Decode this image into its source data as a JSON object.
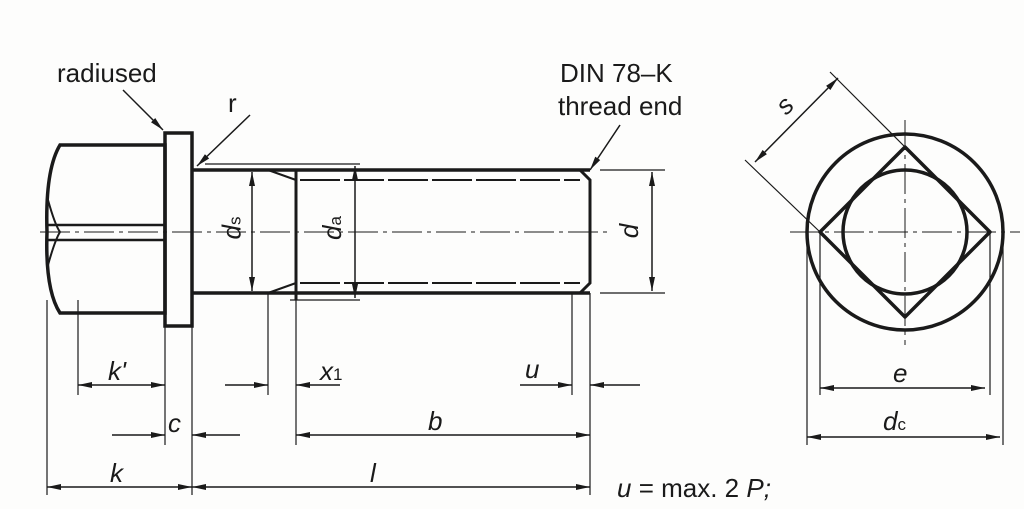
{
  "labels": {
    "radiused": "radiused",
    "r": "r",
    "thread_std": "DIN 78–K",
    "thread_end": "thread end",
    "s": "s",
    "ds": "d",
    "ds_sub": "s",
    "da": "d",
    "da_sub": "a",
    "d": "d",
    "k_prime": "k'",
    "x1": "x",
    "x1_sub": "1",
    "u": "u",
    "e": "e",
    "c": "c",
    "b": "b",
    "dc": "d",
    "dc_sub": "c",
    "k": "k",
    "l": "l",
    "formula_var": "u",
    "formula_text": "= max. 2",
    "formula_p": "P;"
  },
  "colors": {
    "ink": "#1a1a1a",
    "paper": "#fdfdfc"
  }
}
